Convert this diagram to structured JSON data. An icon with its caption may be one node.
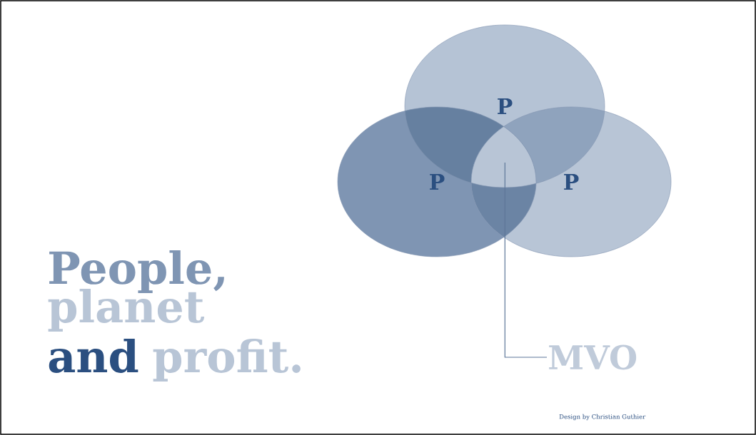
{
  "diagram": {
    "nodes": [
      {
        "text": [
          "P"
        ]
      },
      {
        "text": [
          "P"
        ]
      },
      {
        "text": [
          "P"
        ]
      },
      {
        "text": [
          "MVO"
        ]
      }
    ],
    "edges": [
      {
        "from": 3,
        "to": 1,
        "arrow": "none"
      }
    ],
    "labels": [
      "People,",
      "planet",
      "and",
      "profit.",
      "Design by Christian Guthier"
    ]
  }
}
